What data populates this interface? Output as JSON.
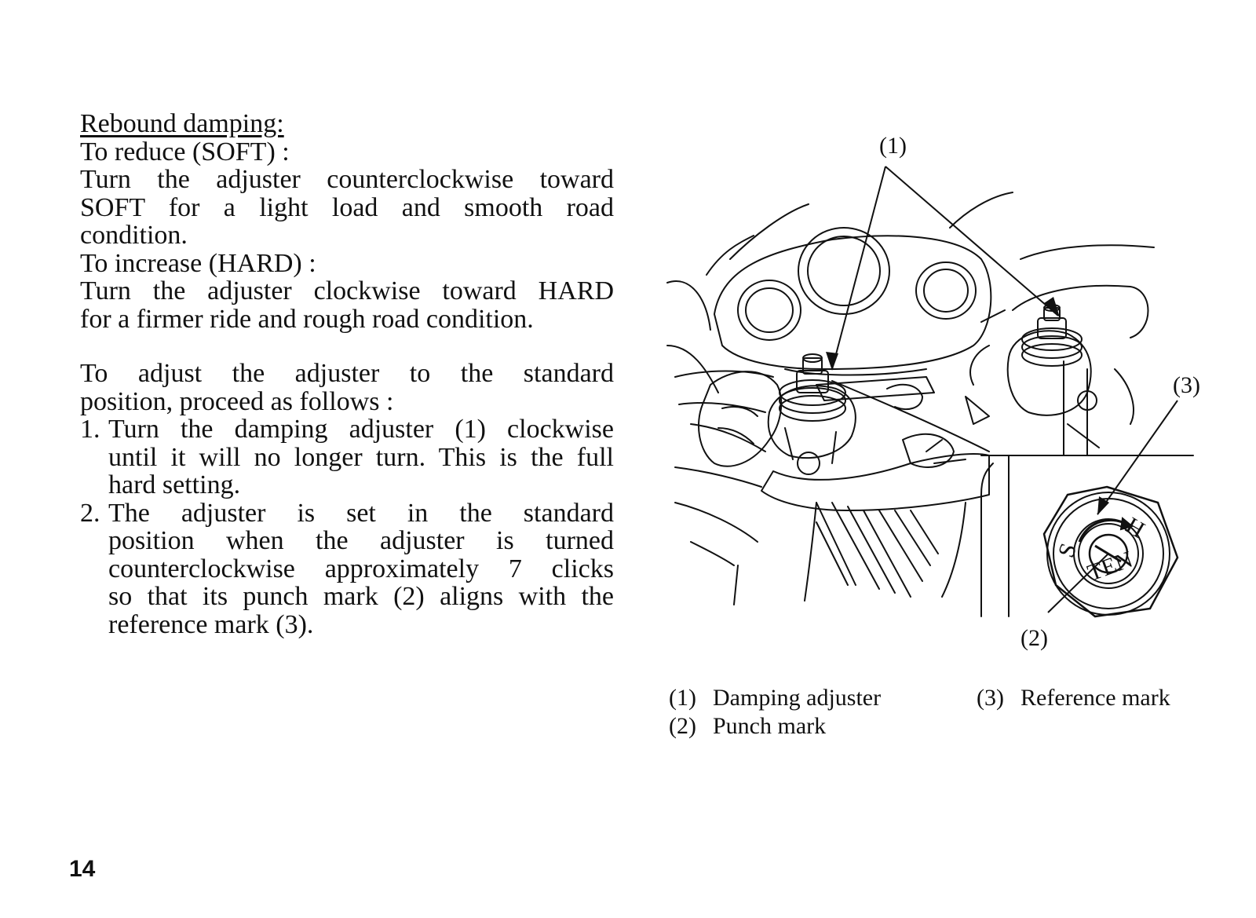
{
  "section": {
    "heading": "Rebound damping:",
    "soft_label": "To reduce (SOFT) :",
    "soft_line1": "Turn the adjuster counterclockwise toward",
    "soft_line2": "SOFT for a light load and smooth road",
    "soft_line3": "condition.",
    "hard_label": "To increase (HARD) :",
    "hard_line1": "Turn the adjuster clockwise toward HARD",
    "hard_line2": "for a firmer ride and rough road condition.",
    "std_line1": "To adjust the adjuster to the standard",
    "std_line2": "position, proceed as follows :",
    "steps": [
      {
        "num": "1.",
        "lines": [
          "Turn the damping adjuster (1) clockwise",
          "until it will no longer turn. This is the full",
          "hard setting."
        ]
      },
      {
        "num": "2.",
        "lines": [
          "The adjuster is set in the standard",
          "position when the adjuster is turned",
          "counterclockwise approximately 7 clicks",
          "so that its punch mark (2) aligns with the",
          "reference mark (3)."
        ]
      }
    ]
  },
  "figure": {
    "callouts": {
      "c1": "(1)",
      "c2": "(2)",
      "c3": "(3)"
    },
    "dial_letters": {
      "h": "H",
      "s": "S",
      "ten": "TEN"
    },
    "captions": [
      {
        "num": "(1)",
        "text": "Damping adjuster"
      },
      {
        "num": "(2)",
        "text": "Punch mark"
      },
      {
        "num": "(3)",
        "text": "Reference mark"
      }
    ]
  },
  "page_number": "14"
}
